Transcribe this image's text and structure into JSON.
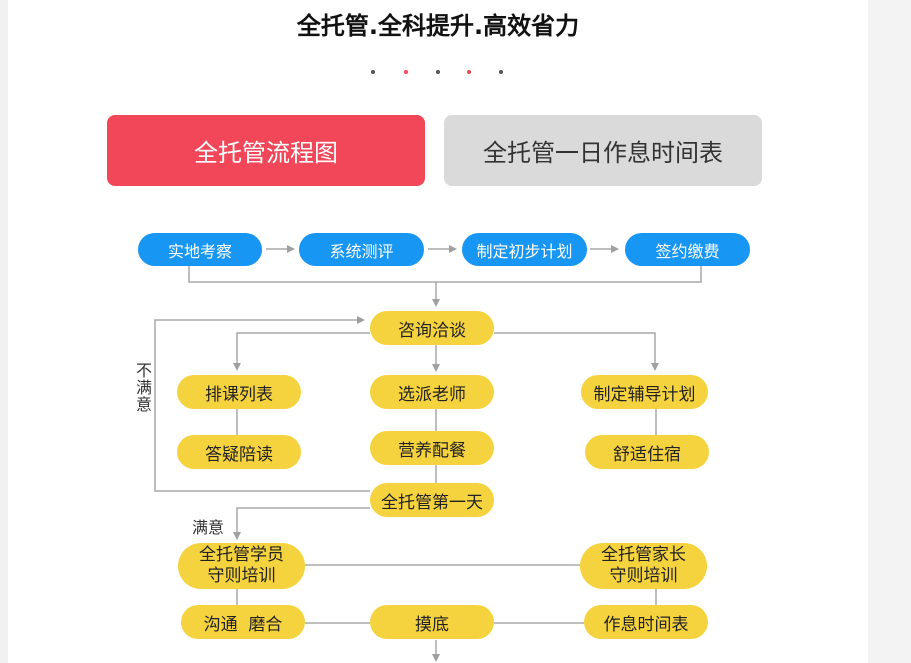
{
  "title": "全托管.全科提升.高效省力",
  "colors": {
    "accent": "#f24759",
    "blue_node": "#1896f4",
    "yellow_node": "#f5d33e",
    "connector": "#a8a8a8",
    "dot_gray": "#555555"
  },
  "tabs": [
    {
      "label": "全托管流程图",
      "active": true
    },
    {
      "label": "全托管一日作息时间表",
      "active": false
    }
  ],
  "flowchart": {
    "step1": [
      "实地考察",
      "系统测评",
      "制定初步计划",
      "签约缴费"
    ],
    "consult": "咨询洽谈",
    "left_col": [
      "排课列表",
      "答疑陪读"
    ],
    "mid_col": [
      "选派老师",
      "营养配餐"
    ],
    "right_col": [
      "制定辅导计划",
      "舒适住宿"
    ],
    "first_day": "全托管第一天",
    "not_satisfied": "不满意",
    "satisfied": "满意",
    "student_rules": "全托管学员\n守则培训",
    "parent_rules": "全托管家长\n守则培训",
    "communicate": "沟通  磨合",
    "assess": "摸底",
    "schedule": "作息时间表"
  }
}
